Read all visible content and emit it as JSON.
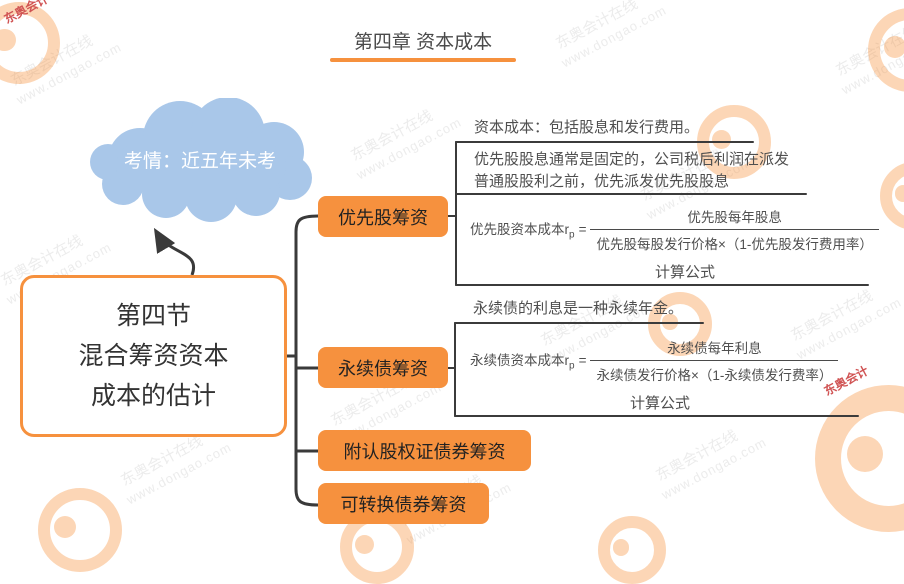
{
  "title": {
    "text": "第四章 资本成本"
  },
  "watermark": {
    "line1": "东奥会计在线",
    "line2": "www.dongao.com",
    "brand": "东奥会计"
  },
  "cloud": {
    "text": "考情：近五年未考"
  },
  "main_node": {
    "lines": [
      "第四节",
      "混合筹资资本",
      "成本的估计"
    ]
  },
  "branches": {
    "preferred": {
      "label": "优先股筹资",
      "note1": "资本成本：包括股息和发行费用。",
      "note2_line1": "优先股股息通常是固定的，公司税后利润在派发",
      "note2_line2": "普通股股利之前，优先派发优先股股息",
      "formula": {
        "lhs": "优先股资本成本r",
        "sub": "p",
        "eq": "=",
        "numerator": "优先股每年股息",
        "denominator": "优先股每股发行价格×（1-优先股发行费用率）",
        "label": "计算公式"
      }
    },
    "perpetual": {
      "label": "永续债筹资",
      "note1": "永续债的利息是一种永续年金。",
      "formula": {
        "lhs": "永续债资本成本r",
        "sub": "p",
        "eq": "=",
        "numerator": "永续债每年利息",
        "denominator": "永续债发行价格×（1-永续债发行费率）",
        "label": "计算公式"
      }
    },
    "warrant": {
      "label": "附认股权证债券筹资"
    },
    "convertible": {
      "label": "可转换债券筹资"
    }
  },
  "colors": {
    "accent_orange": "#f6913e",
    "cloud_blue": "#a9c7e9",
    "line_dark": "#3a3a3a"
  }
}
